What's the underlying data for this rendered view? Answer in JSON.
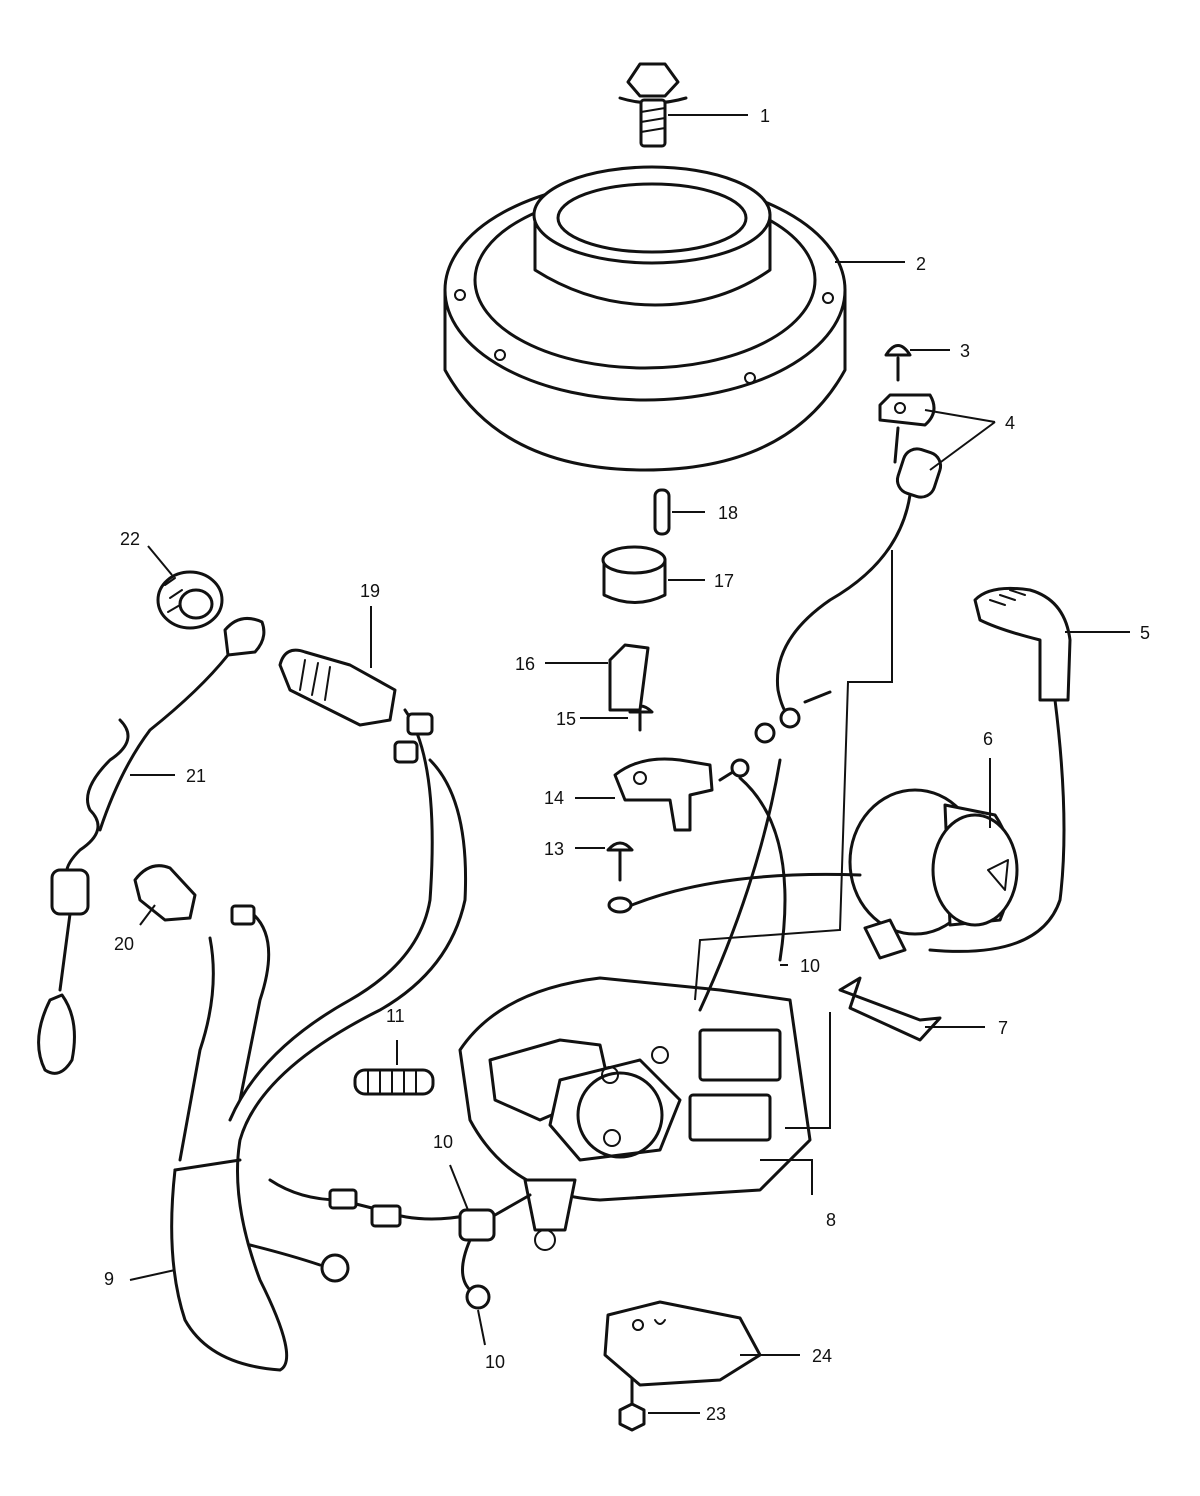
{
  "callouts": [
    {
      "label": "1"
    },
    {
      "label": "2"
    },
    {
      "label": "3"
    },
    {
      "label": "4"
    },
    {
      "label": "5"
    },
    {
      "label": "6"
    },
    {
      "label": "7"
    },
    {
      "label": "8"
    },
    {
      "label": "9"
    },
    {
      "label": "10"
    },
    {
      "label": "10"
    },
    {
      "label": "10"
    },
    {
      "label": "11"
    },
    {
      "label": "13"
    },
    {
      "label": "14"
    },
    {
      "label": "15"
    },
    {
      "label": "16"
    },
    {
      "label": "17"
    },
    {
      "label": "18"
    },
    {
      "label": "19"
    },
    {
      "label": "20"
    },
    {
      "label": "21"
    },
    {
      "label": "22"
    },
    {
      "label": "23"
    },
    {
      "label": "24"
    }
  ]
}
